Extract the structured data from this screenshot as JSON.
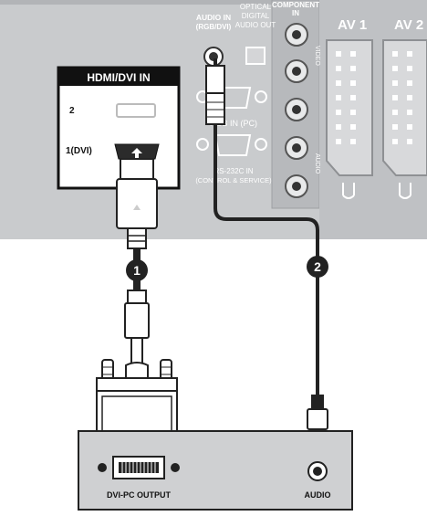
{
  "tv_panel": {
    "hdmi_box": {
      "title": "HDMI/DVI IN",
      "port_2_label": "2",
      "port_1_label": "1(DVI)"
    },
    "audio_in_label_line1": "AUDIO IN",
    "audio_in_label_line2": "(RGB/DVI)",
    "optical_label_line1": "OPTICAL",
    "optical_label_line2": "DIGITAL",
    "optical_label_line3": "AUDIO OUT",
    "rgb_in_label": "RGB IN (PC)",
    "rs232c_label_line1": "RS-232C IN",
    "rs232c_label_line2": "(CONTROL & SERVICE)",
    "component_label_top": "COMPONENT",
    "component_label_in": "IN",
    "video_label": "VIDEO",
    "audio_label_vertical": "AUDIO",
    "av1_label": "AV 1",
    "av2_label": "AV 2"
  },
  "steps": {
    "step1": "1",
    "step2": "2"
  },
  "pc_box": {
    "dvi_output_label": "DVI-PC OUTPUT",
    "audio_label": "AUDIO"
  },
  "colors": {
    "panel": "#c9cbcd",
    "panel_edge": "#b9bbbe",
    "pc_box": "#cfd0d2",
    "cable": "#2a2a2a",
    "badge": "#222222",
    "white": "#ffffff"
  }
}
